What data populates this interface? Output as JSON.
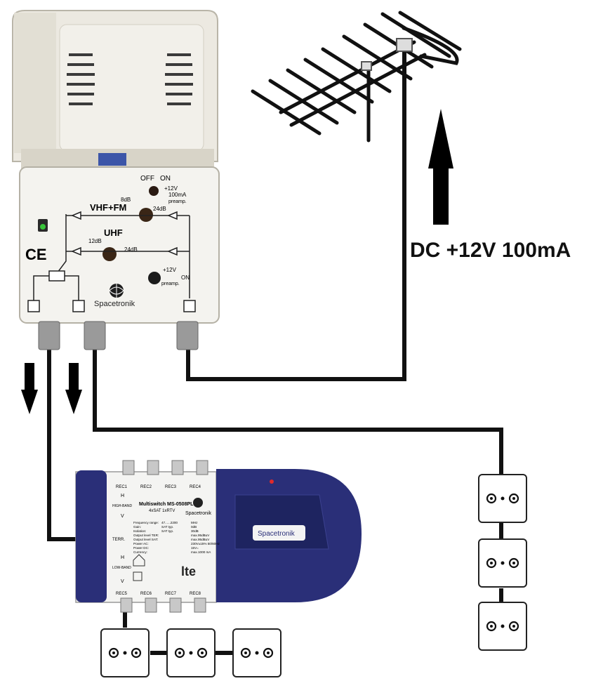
{
  "amplifier": {
    "switch_labels": {
      "off": "OFF",
      "on": "ON"
    },
    "power_label_top": "+12V",
    "current_label": "100mA",
    "preamp_label": "preamp.",
    "vhf": {
      "name": "VHF+FM",
      "min": "8dB",
      "max": "24dB"
    },
    "uhf": {
      "name": "UHF",
      "min": "12dB",
      "max": "24dB"
    },
    "power_label_bottom": "+12V",
    "preamp_label_bottom": "preamp.",
    "on_label_bottom": "ON",
    "ce_mark": "CE",
    "brand": "Spacetronik"
  },
  "dc_label": "DC +12V 100mA",
  "multiswitch": {
    "rec_top": [
      "REC1",
      "REC2",
      "REC3",
      "REC4"
    ],
    "rec_bottom": [
      "REC5",
      "REC6",
      "REC7",
      "REC8"
    ],
    "inputs": [
      "H",
      "V",
      "TERR.",
      "H",
      "V"
    ],
    "band_labels": [
      "HIGH-BAND",
      "LOW-BAND"
    ],
    "model": "Multiswitch MS-0508PL",
    "subtitle": "4xSAT 1xRTV",
    "brand": "Spacetronik",
    "specs": [
      [
        "Frequency range:",
        "47......2200",
        "MHz"
      ],
      [
        "Gain:",
        "SAT   typ.",
        "0dB"
      ],
      [
        "Isolation:",
        "SAT   typ.",
        "30dB"
      ],
      [
        "Output level TER:",
        "",
        "max.95dBuV"
      ],
      [
        "Output level SAT:",
        "",
        "max.95dBuV"
      ],
      [
        "Power AC:",
        "",
        "230V±15% 50/60Hz"
      ],
      [
        "Power DC:",
        "",
        "15V="
      ],
      [
        "Currency:",
        "",
        "max.1000 mA"
      ]
    ],
    "lte_logo": "lte",
    "badge": "Spacetronik"
  },
  "colors": {
    "cable": "#111111",
    "amp_body": "#ece9e1",
    "multiswitch_blue": "#2a2f78"
  }
}
